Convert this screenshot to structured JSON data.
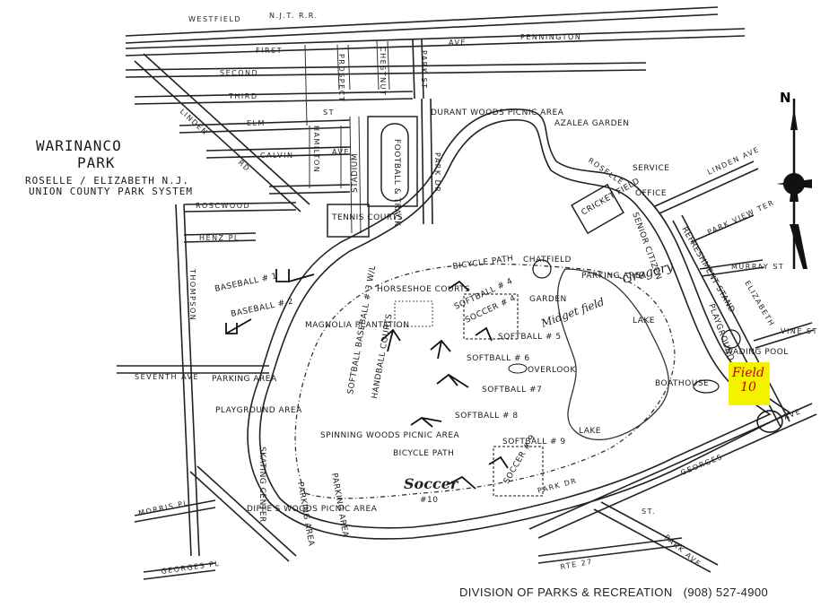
{
  "park": {
    "name_line1": "WARINANCO",
    "name_line2": "PARK",
    "location": "ROSELLE / ELIZABETH N.J.",
    "system": "UNION COUNTY PARK SYSTEM"
  },
  "footer": {
    "division": "DIVISION OF PARKS & RECREATION",
    "phone": "(908) 527-4900"
  },
  "compass": {
    "north": "N"
  },
  "highlight": {
    "line1": "Field",
    "line2": "10",
    "color": "#f5f200"
  },
  "streets": {
    "westfield": "WESTFIELD",
    "njrr": "N.J.T. R.R.",
    "first": "FIRST",
    "ave_top": "AVE",
    "pennington": "PENNINGTON",
    "second": "SECOND",
    "third": "THIRD",
    "linden_rd": "LINDEN",
    "rd": "RD",
    "elm": "ELM",
    "st": "ST",
    "calvin": "CALVIN",
    "ave": "AVE",
    "roswood": "ROSCWOOD",
    "henz": "HENZ PL",
    "thompson": "THOMPSON",
    "seventh": "SEVENTH AVE",
    "morris": "MORRIS PL",
    "georges_pl": "GEORGES PL",
    "park_dr": "PARK DR",
    "park_st": "PARK ST",
    "prospect": "PROSPECT",
    "hamilton": "HAMILTON",
    "chestnut": "CHESTNUT",
    "linden_ave": "LINDEN AVE",
    "park_view": "PARK VIEW TER",
    "murray": "MURRAY ST",
    "elizabeth": "ELIZABETH",
    "vine": "VINE ST",
    "georges_ave": "GEORGES",
    "park_ave": "PARK AVE",
    "rte": "RTE 27",
    "rte_st": "ST.",
    "roselle": "ROSELLE",
    "ave_right": "AVE"
  },
  "facilities": {
    "durant": "DURANT WOODS PICNIC AREA",
    "azalea": "AZALEA GARDEN",
    "service": "SERVICE",
    "office": "OFFICE",
    "cricket": "CRICKET FIELD",
    "senior": "SENIOR CITIZEN",
    "refresh": "REFRESHMENT STAND",
    "stadium": "STADIUM",
    "football": "FOOTBALL & TRACK",
    "tennis": "TENNIS COURTS",
    "baseball1": "BASEBALL # 1",
    "baseball2": "BASEBALL # 2",
    "magnolia": "MAGNOLIA PLANTATION",
    "horseshoe": "HORSESHOE COURTS",
    "bicycle_top": "BICYCLE PATH",
    "chatfield": "CHATFIELD",
    "garden": "GARDEN",
    "parking_top": "PARKING AREA",
    "softball4": "SOFTBALL # 4",
    "soccer4": "SOCCER # 4",
    "softball5": "SOFTBALL # 5",
    "softball6": "SOFTBALL # 6",
    "overlook": "OVERLOOK",
    "softball7": "SOFTBALL #7",
    "softball8": "SOFTBALL # 8",
    "softball_base3": "SOFTBALL BASEBALL # 3 W/L",
    "handball": "HANDBALL COURTS",
    "lake1": "LAKE",
    "lake2": "LAKE",
    "boathouse": "BOATHOUSE",
    "playground_r": "PLAYGROUND AREA",
    "wading": "WADING POOL",
    "parking_left": "PARKING AREA",
    "playground_l": "PLAYGROUND AREA",
    "skating": "SKATING CENTER",
    "spinning": "SPINNING WOODS PICNIC AREA",
    "bicycle_bottom": "BICYCLE PATH",
    "parking_b1": "PARKING AREA",
    "parking_b2": "PARKING AREA",
    "softball9": "SOFTBALL # 9",
    "soccer9": "SOCCER # 9",
    "dippe": "DIPPE'S WOODS PICNIC AREA"
  },
  "handwritten": {
    "gregory": "Gregory",
    "midget": "Midget field",
    "soccer10": "Soccer",
    "num10": "#10"
  }
}
